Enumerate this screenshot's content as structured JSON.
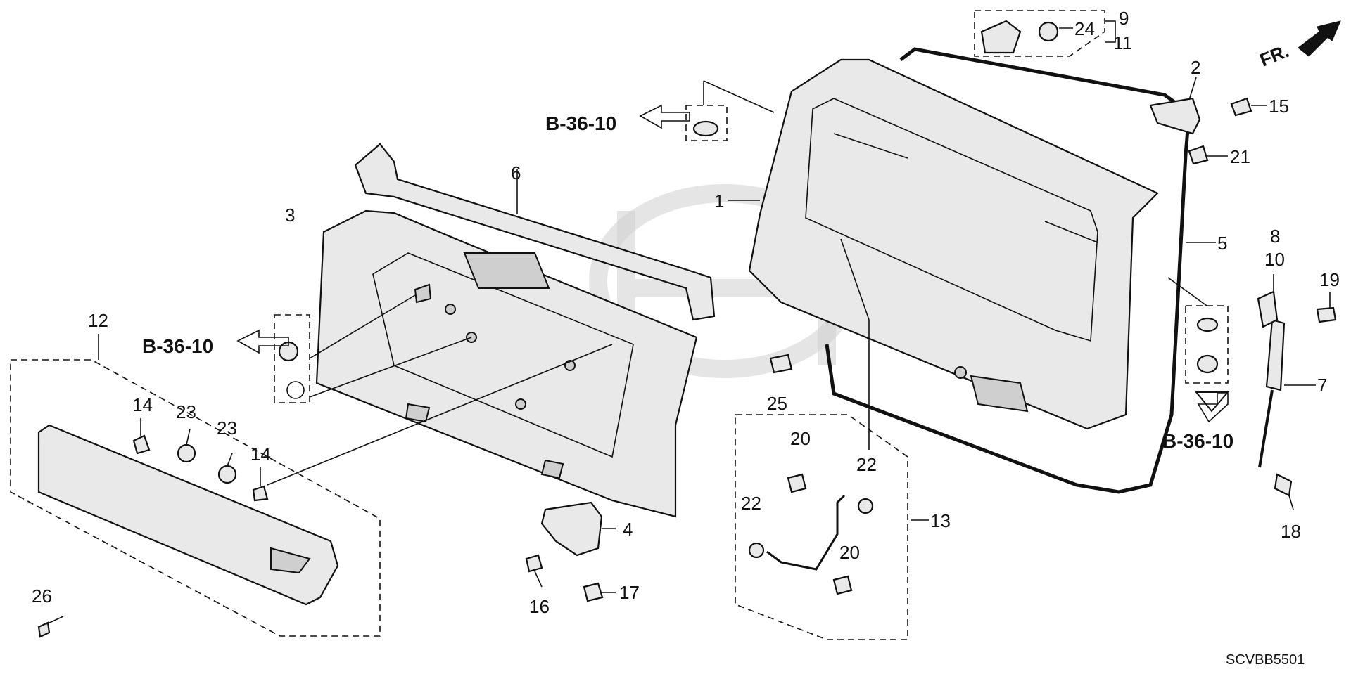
{
  "diagram_code": "SCVBB5501",
  "direction_label": "FR.",
  "references": [
    "B-36-10",
    "B-36-10",
    "B-36-10"
  ],
  "callouts": {
    "c1": "1",
    "c2": "2",
    "c3": "3",
    "c4": "4",
    "c5": "5",
    "c6": "6",
    "c7": "7",
    "c8": "8",
    "c9": "9",
    "c10": "10",
    "c11": "11",
    "c12": "12",
    "c13": "13",
    "c14a": "14",
    "c14b": "14",
    "c15": "15",
    "c16": "16",
    "c17": "17",
    "c18": "18",
    "c19": "19",
    "c20a": "20",
    "c20b": "20",
    "c21": "21",
    "c22a": "22",
    "c22b": "22",
    "c23a": "23",
    "c23b": "23",
    "c24": "24",
    "c25": "25",
    "c26": "26"
  }
}
